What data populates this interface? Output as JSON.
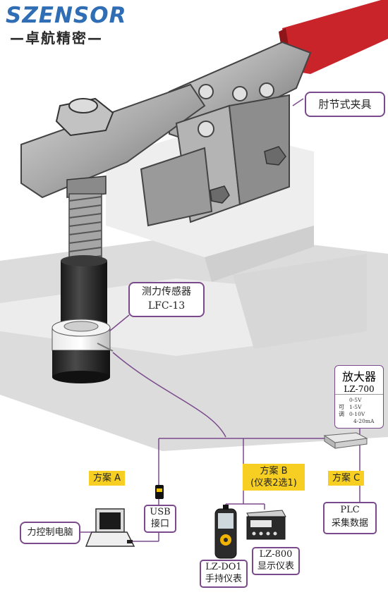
{
  "logo": {
    "brand": "SZENSOR",
    "subtitle": "—卓航精密—"
  },
  "labels": {
    "clamp": "肘节式夹具",
    "sensor_line1": "测力传感器",
    "sensor_line2": "LFC-13",
    "amp_title": "放大器",
    "amp_model": "LZ-700",
    "amp_adjustable": "可调",
    "amp_ranges": [
      "0-5V",
      "1-5V",
      "0-10V",
      "4-20mA"
    ],
    "plan_a": "方案 A",
    "plan_b_line1": "方案 B",
    "plan_b_line2": "(仪表2选1)",
    "plan_c": "方案 C",
    "pc": "力控制电脑",
    "usb_line1": "USB",
    "usb_line2": "接口",
    "handheld_line1": "LZ-DO1",
    "handheld_line2": "手持仪表",
    "display_line1": "LZ-800",
    "display_line2": "显示仪表",
    "plc_line1": "PLC",
    "plc_line2": "采集数据"
  },
  "colors": {
    "brand": "#2f6db5",
    "callout_border": "#7b4a8c",
    "handle": "#c8242a",
    "tag": "#f7cf22",
    "wire": "#7b4a8c"
  }
}
